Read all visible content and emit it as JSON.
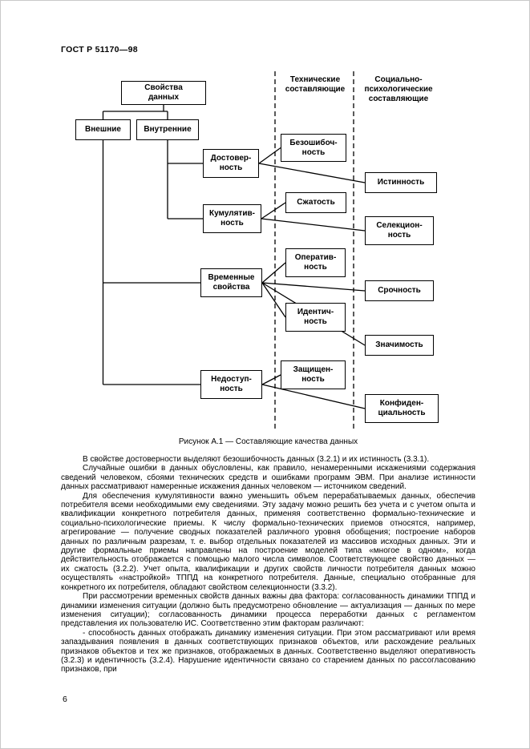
{
  "page": {
    "header": "ГОСТ Р 51170—98",
    "number": "6"
  },
  "diagram": {
    "column_headers": [
      {
        "label": "Технические\nсоставляющие"
      },
      {
        "label": "Социально-\nпсихологические\nсоставляющие"
      }
    ],
    "boxes": [
      {
        "label": "Свойства\nданных"
      },
      {
        "label": "Внешние"
      },
      {
        "label": "Внутренние"
      },
      {
        "label": "Достовер-\nность"
      },
      {
        "label": "Безошибоч-\nность"
      },
      {
        "label": "Истинность"
      },
      {
        "label": "Кумулятив-\nность"
      },
      {
        "label": "Сжатость"
      },
      {
        "label": "Селекцион-\nность"
      },
      {
        "label": "Временные\nсвойства"
      },
      {
        "label": "Оператив-\nность"
      },
      {
        "label": "Срочность"
      },
      {
        "label": "Идентич-\nность"
      },
      {
        "label": "Значимость"
      },
      {
        "label": "Недоступ-\nность"
      },
      {
        "label": "Защищен-\nность"
      },
      {
        "label": "Конфиден-\nциальность"
      }
    ],
    "caption": "Рисунок А.1 — Составляющие качества данных"
  },
  "body": {
    "paragraphs": [
      "В свойстве достоверности выделяют безошибочность данных (3.2.1) и их истинность (3.3.1).",
      "Случайные ошибки в данных обусловлены, как правило, ненамеренными искажениями содержания сведений человеком, сбоями технических средств и ошибками программ ЭВМ. При анализе истинности данных рассматривают намеренные искажения данных человеком — источником сведений.",
      "Для обеспечения кумулятивности важно уменьшить объем перерабатываемых данных, обеспечив потребителя всеми необходимыми ему сведениями. Эту задачу можно решить без учета и с учетом опыта и квалификации конкретного потребителя данных, применяя соответственно формально-технические и социально-психологические приемы. К числу формально-технических приемов относятся, например, агрегирование — получение сводных показателей различного уровня обобщения; построение наборов данных по различным разрезам, т. е. выбор отдельных показателей из массивов исходных данных. Эти и другие формальные приемы направлены на построение моделей типа «многое в одном», когда действительность отображается с помощью малого числа символов. Соответствующее свойство данных — их сжатость (3.2.2). Учет опыта, квалификации и других свойств личности потребителя данных можно осуществлять «настройкой» ТППД на конкретного потребителя. Данные, специально отобранные для конкретного их потребителя, обладают свойством селекционности (3.3.2).",
      "При рассмотрении временных свойств данных важны два фактора: согласованность динамики ТППД и динамики изменения ситуации (должно быть предусмотрено обновление — актуализация — данных по мере изменения ситуации); согласованность динамики процесса переработки данных с регламентом представления их пользователю ИС. Соответственно этим факторам различают:",
      "- способность данных отображать динамику изменения ситуации. При этом рассматривают или время запаздывания появления в данных соответствующих признаков объектов, или расхождение реальных признаков объектов и тех же признаков, отображаемых в данных. Соответственно выделяют оперативность (3.2.3) и идентичность (3.2.4). Нарушение идентичности связано со старением данных по рассогласованию признаков, при"
    ]
  }
}
